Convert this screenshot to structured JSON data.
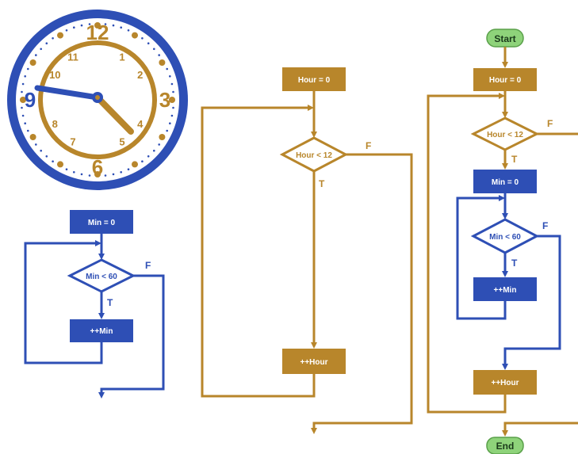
{
  "colors": {
    "gold": "#b8862b",
    "blue": "#2e4fb5",
    "green": "#8ed37a",
    "clock_face": "#ffffff",
    "clock_ring": "#2e4fb5"
  },
  "clock": {
    "numbers": [
      "12",
      "1",
      "2",
      "3",
      "4",
      "5",
      "6",
      "7",
      "8",
      "9",
      "10",
      "11"
    ],
    "hour_hand_time": "4:45",
    "minute_hand_time": "45 min"
  },
  "minute_loop": {
    "init": "Min = 0",
    "condition": "Min < 60",
    "true_label": "T",
    "false_label": "F",
    "increment": "++Min"
  },
  "hour_loop": {
    "init": "Hour = 0",
    "condition": "Hour < 12",
    "true_label": "T",
    "false_label": "F",
    "increment": "++Hour"
  },
  "nested": {
    "start": "Start",
    "hour_init": "Hour = 0",
    "hour_condition": "Hour < 12",
    "hour_true": "T",
    "hour_false": "F",
    "min_init": "Min = 0",
    "min_condition": "Min < 60",
    "min_true": "T",
    "min_false": "F",
    "min_increment": "++Min",
    "hour_increment": "++Hour",
    "end": "End"
  }
}
